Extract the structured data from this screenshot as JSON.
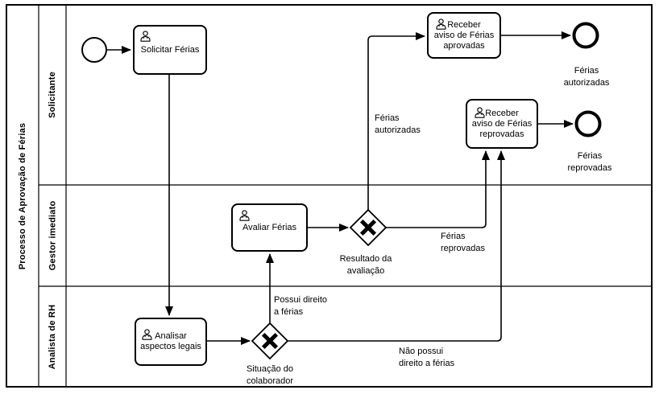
{
  "pool": {
    "title": "Processo de Aprovação de Férias"
  },
  "lanes": [
    {
      "label": "Solicitante"
    },
    {
      "label": "Gestor imediato"
    },
    {
      "label": "Analista de RH"
    }
  ],
  "tasks": {
    "solicitar_ferias": {
      "icon": "user-icon",
      "lines": [
        "Solicitar Férias"
      ]
    },
    "receber_aviso_aprovadas": {
      "icon": "user-icon",
      "lines": [
        "Receber",
        "aviso de Férias",
        "aprovadas"
      ]
    },
    "avaliar_ferias": {
      "icon": "user-icon",
      "lines": [
        "Avaliar Férias"
      ]
    },
    "receber_aviso_reprovadas": {
      "icon": "user-icon",
      "lines": [
        "Receber",
        "aviso de Férias",
        "reprovadas"
      ]
    },
    "analisar_aspectos_legais": {
      "icon": "user-icon",
      "lines": [
        "Analisar",
        "aspectos legais"
      ]
    }
  },
  "gateways": {
    "resultado_avaliacao": {
      "type": "exclusive",
      "label_lines": [
        "Resultado da",
        "avaliação"
      ]
    },
    "situacao_colaborador": {
      "type": "exclusive",
      "label_lines": [
        "Situação do",
        "colaborador"
      ]
    }
  },
  "events": {
    "end_ferias_autorizadas": {
      "label_lines": [
        "Férias",
        "autorizadas"
      ]
    },
    "end_ferias_reprovadas": {
      "label_lines": [
        "Férias",
        "reprovadas"
      ]
    }
  },
  "flow_labels": {
    "ferias_autorizadas": {
      "lines": [
        "Férias",
        "autorizadas"
      ]
    },
    "ferias_reprovadas": {
      "lines": [
        "Férias",
        "reprovadas"
      ]
    },
    "possui_direito": {
      "lines": [
        "Possui direito",
        "a férias"
      ]
    },
    "nao_possui_direito": {
      "lines": [
        "Não possui",
        "direito a férias"
      ]
    }
  },
  "colors": {
    "stroke": "#000000",
    "fill": "#ffffff"
  }
}
